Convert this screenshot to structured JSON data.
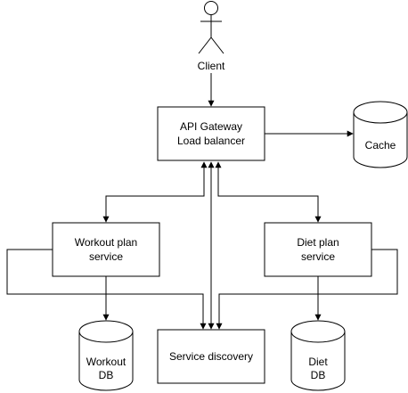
{
  "actor": {
    "label": "Client"
  },
  "gateway": {
    "line1": "API Gateway",
    "line2": "Load balancer"
  },
  "cache": {
    "label": "Cache"
  },
  "workout_service": {
    "line1": "Workout plan",
    "line2": "service"
  },
  "diet_service": {
    "line1": "Diet plan",
    "line2": "service"
  },
  "service_discovery": {
    "label": "Service discovery"
  },
  "workout_db": {
    "line1": "Workout",
    "line2": "DB"
  },
  "diet_db": {
    "line1": "Diet",
    "line2": "DB"
  },
  "colors": {
    "stroke": "#000000",
    "fill": "#ffffff"
  }
}
